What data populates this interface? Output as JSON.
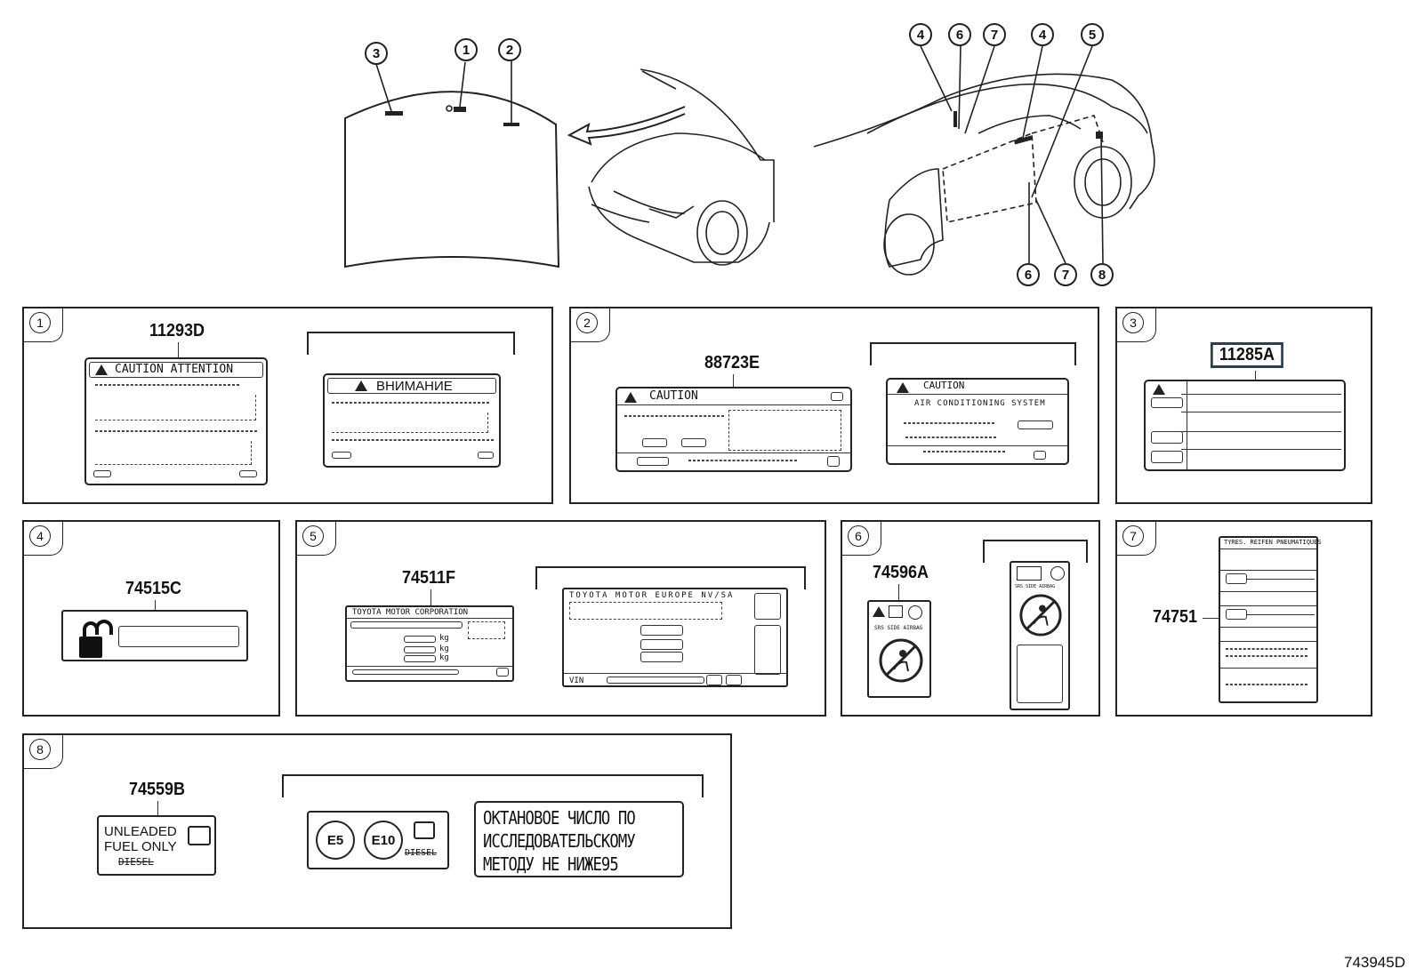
{
  "overview": {
    "hood_callouts": [
      "3",
      "1",
      "2"
    ],
    "side_top_callouts": [
      "4",
      "6",
      "7",
      "4",
      "5"
    ],
    "side_bottom_callouts": [
      "6",
      "7",
      "8"
    ]
  },
  "panels": [
    {
      "num": "1",
      "part": "11293D",
      "caption_en": "CAUTION ATTENTION",
      "caption_ru": "ВНИМАНИЕ"
    },
    {
      "num": "2",
      "part": "88723E",
      "caption_a": "CAUTION",
      "caption_b": "CAUTION",
      "subtitle_b": "AIR CONDITIONING SYSTEM"
    },
    {
      "num": "3",
      "part": "11285A"
    },
    {
      "num": "4",
      "part": "74515C"
    },
    {
      "num": "5",
      "part": "74511F",
      "maker_a": "TOYOTA MOTOR CORPORATION",
      "maker_b": "TOYOTA MOTOR EUROPE NV/SA",
      "unit": "kg",
      "vin_label": "VIN"
    },
    {
      "num": "6",
      "part": "74596A",
      "airbag_text": "SRS SIDE AIRBAG"
    },
    {
      "num": "7",
      "part": "74751",
      "title": "TYRES. REIFEN PNEUMATIQUES"
    },
    {
      "num": "8",
      "part": "74559B",
      "fuel_label": "UNLEADED\nFUEL ONLY",
      "diesel": "DIESEL",
      "e5": "E5",
      "e10": "E10",
      "octane_text": "ОКТАНОВОЕ ЧИСЛО ПО\nИССЛЕДОВАТЕЛЬСКОМУ\nМЕТОДУ НЕ НИЖЕ95"
    }
  ],
  "figure_id": "743945D"
}
